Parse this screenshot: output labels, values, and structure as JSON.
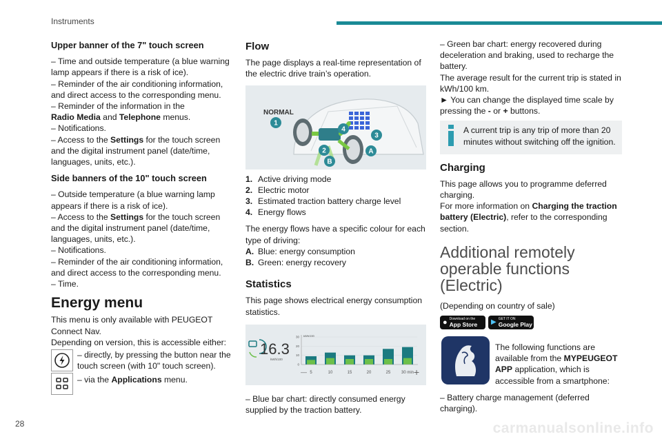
{
  "header": {
    "title": "Instruments",
    "accent_color": "#1a8a96"
  },
  "page_number": "28",
  "watermark": "carmanualsonline.info",
  "col1": {
    "upper_title": "Upper banner of the 7\" touch screen",
    "upper_lines": [
      "– Time and outside temperature (a blue warning lamp appears if there is a risk of ice).",
      "– Reminder of the air conditioning information, and direct access to the corresponding menu.",
      "– Reminder of the information in the"
    ],
    "upper_rm_1": "Radio Media",
    "upper_rm_2": " and ",
    "upper_rm_3": "Telephone",
    "upper_rm_4": " menus.",
    "upper_notifications": "– Notifications.",
    "upper_settings_1": "– Access to the ",
    "upper_settings_2": "Settings",
    "upper_settings_3": " for the touch screen and the digital instrument panel (date/time, languages, units, etc.).",
    "side_title": "Side banners of the 10\" touch screen",
    "side_temp": "– Outside temperature (a blue warning lamp appears if there is a risk of ice).",
    "side_settings_1": "– Access to the ",
    "side_settings_2": "Settings",
    "side_settings_3": " for the touch screen and the digital instrument panel (date/time, languages, units, etc.).",
    "side_notifications": "– Notifications.",
    "side_aircon": "– Reminder of the air conditioning information, and direct access to the corresponding menu.",
    "side_time": "– Time.",
    "energy_title": "Energy menu",
    "energy_intro": "This menu is only available with PEUGEOT Connect Nav.",
    "energy_version": "Depending on version, this is accessible either:",
    "energy_opt1": "– directly, by pressing the button near the touch screen (with 10\" touch screen).",
    "energy_opt2_1": "– via the ",
    "energy_opt2_2": "Applications",
    "energy_opt2_3": " menu."
  },
  "col2": {
    "flow_title": "Flow",
    "flow_desc": "The page displays a real-time representation of the electric drive train’s operation.",
    "illus_label": "NORMAL",
    "illus_markers": [
      "1",
      "2",
      "3",
      "4",
      "A",
      "B"
    ],
    "legend": [
      {
        "num": "1.",
        "text": "Active driving mode"
      },
      {
        "num": "2.",
        "text": "Electric motor"
      },
      {
        "num": "3.",
        "text": "Estimated traction battery charge level"
      },
      {
        "num": "4.",
        "text": "Energy flows"
      }
    ],
    "energy_colour_desc": "The energy flows have a specific colour for each type of driving:",
    "colours": [
      {
        "num": "A.",
        "text": "Blue: energy consumption"
      },
      {
        "num": "B.",
        "text": "Green: energy recovery"
      }
    ],
    "stats_title": "Statistics",
    "stats_desc": "This page shows electrical energy consumption statistics.",
    "stat_value": "16.3",
    "stat_unit": "kWh/100",
    "stat_axis_unit": "kWh/100",
    "stat_minus": "—",
    "stat_plus": "+",
    "blue_bar_desc": "– Blue bar chart: directly consumed energy supplied by the traction battery."
  },
  "stat_chart": {
    "type": "bar",
    "y_ticks": [
      "30",
      "20",
      "10",
      "0"
    ],
    "categories": [
      "5",
      "10",
      "15",
      "20",
      "25",
      "30 min"
    ],
    "series": [
      {
        "values": [
          9,
          13,
          10,
          10,
          17,
          19
        ]
      },
      {
        "values": [
          5,
          7,
          6,
          6,
          6,
          7
        ]
      }
    ],
    "ylim": [
      0,
      30
    ],
    "colors": [
      "#1b7a80",
      "#6cc04a"
    ]
  },
  "col3": {
    "green_bar": "– Green bar chart: energy recovered during deceleration and braking, used to recharge the battery.",
    "avg": "The average result for the current trip is stated in kWh/100 km.",
    "timescale_1": "► You can change the displayed time scale by pressing the ",
    "timescale_minus": "-",
    "timescale_or": " or ",
    "timescale_plus": "+",
    "timescale_end": " buttons.",
    "tip_text": "A current trip is any trip of more than 20 minutes without switching off the ignition.",
    "charging_title": "Charging",
    "charging_1": "This page allows you to programme deferred charging.",
    "charging_2": "For more information on ",
    "charging_bold": "Charging the traction battery (Electric)",
    "charging_3": ", refer to the corresponding section.",
    "additional_title": "Additional remotely operable functions (Electric)",
    "country": "(Depending on country of sale)",
    "appstore_small": "Download on the",
    "appstore_big": "App Store",
    "gplay_small": "GET IT ON",
    "gplay_big": "Google Play",
    "app_text_1": "The following functions are available from the ",
    "app_text_bold": "MYPEUGEOT APP",
    "app_text_2": " application, which is accessible from a smartphone:",
    "battery_mgmt": "– Battery charge management (deferred charging)."
  }
}
